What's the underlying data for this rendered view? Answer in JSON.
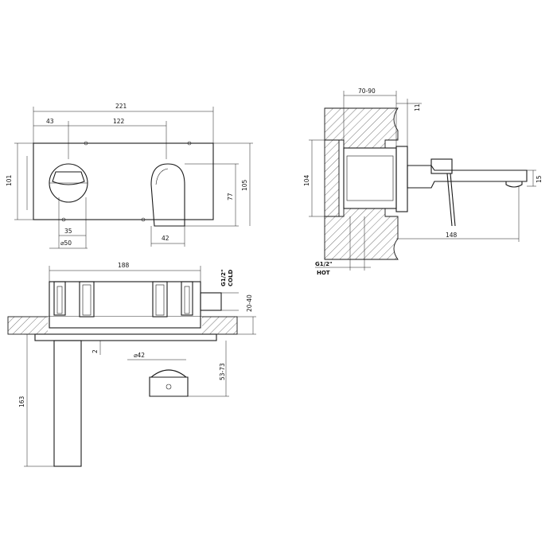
{
  "front_view": {
    "overall_width": "221",
    "left_offset": "43",
    "center_distance": "122",
    "height_left": "101",
    "height_spout": "77",
    "height_total": "105",
    "knob_width": "35",
    "knob_diameter": "⌀50",
    "spout_width": "42"
  },
  "top_view": {
    "body_width": "188",
    "cold_label": "G1/2\"",
    "cold_sub": "COLD",
    "wall_depth": "20-40",
    "thickness": "2",
    "spout_diameter": "⌀42",
    "spout_drop": "53-73",
    "spout_length": "163"
  },
  "side_view": {
    "wall_range": "70-90",
    "plate": "11",
    "body_height": "104",
    "spout_height": "15",
    "spout_projection": "148",
    "hot_label": "G1/2\"",
    "hot_sub": "HOT"
  }
}
